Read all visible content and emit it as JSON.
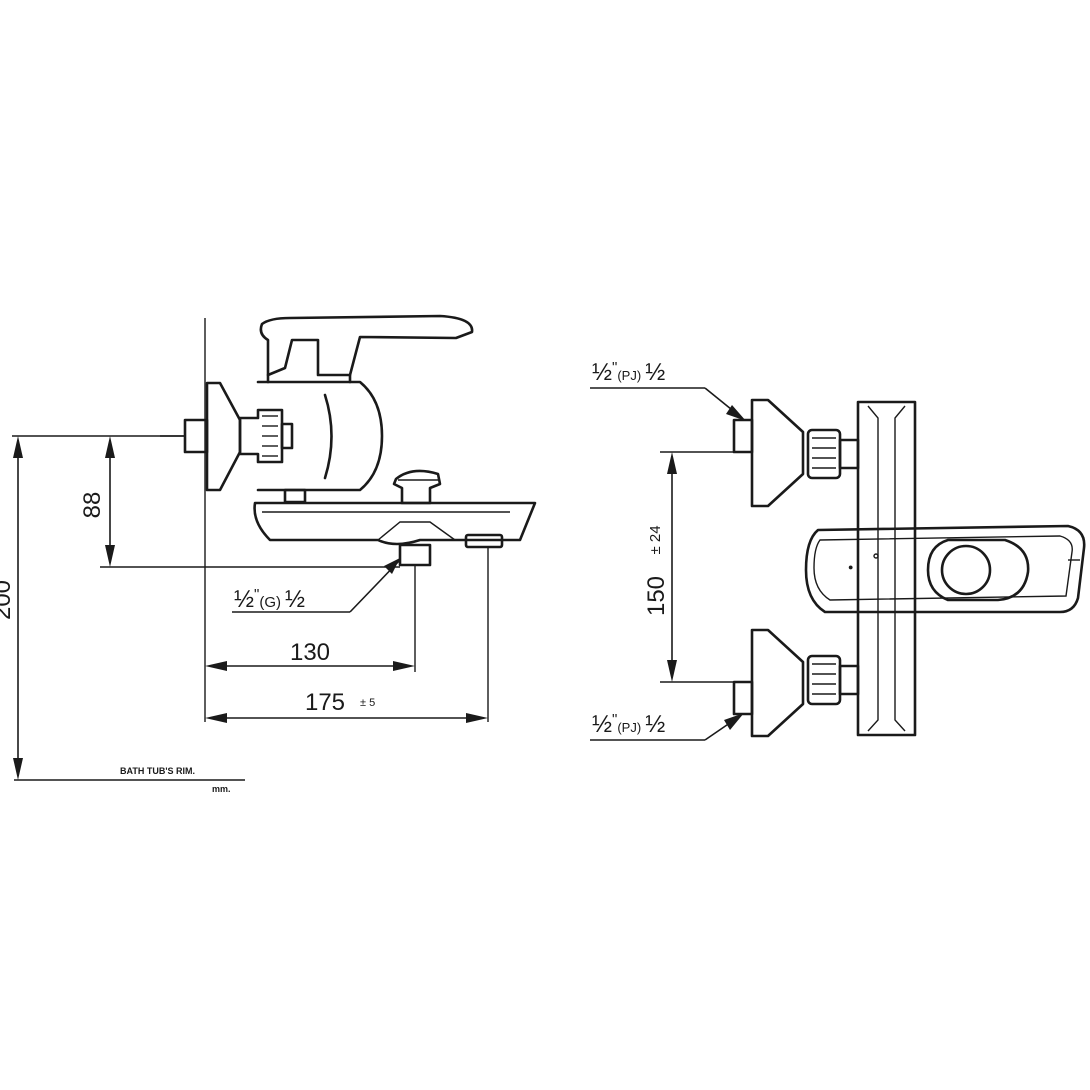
{
  "side_view": {
    "dim_height": "88",
    "dim_total_height": "200",
    "dim_spout": "130",
    "dim_width": "175",
    "dim_width_tol": "± 5",
    "outlet_label_a": "½",
    "outlet_label_mark": "\"",
    "outlet_label_code": "(G)",
    "outlet_label_b": "½",
    "rim_label": "BATH TUB'S RIM.",
    "unit_label": "mm."
  },
  "front_view": {
    "inlet_top_a": "½",
    "inlet_top_mark": "\"",
    "inlet_top_code": "(PJ)",
    "inlet_top_b": "½",
    "inlet_bottom_a": "½",
    "inlet_bottom_mark": "\"",
    "inlet_bottom_code": "(PJ)",
    "inlet_bottom_b": "½",
    "dim_spacing": "150",
    "dim_spacing_tol": "± 24"
  }
}
